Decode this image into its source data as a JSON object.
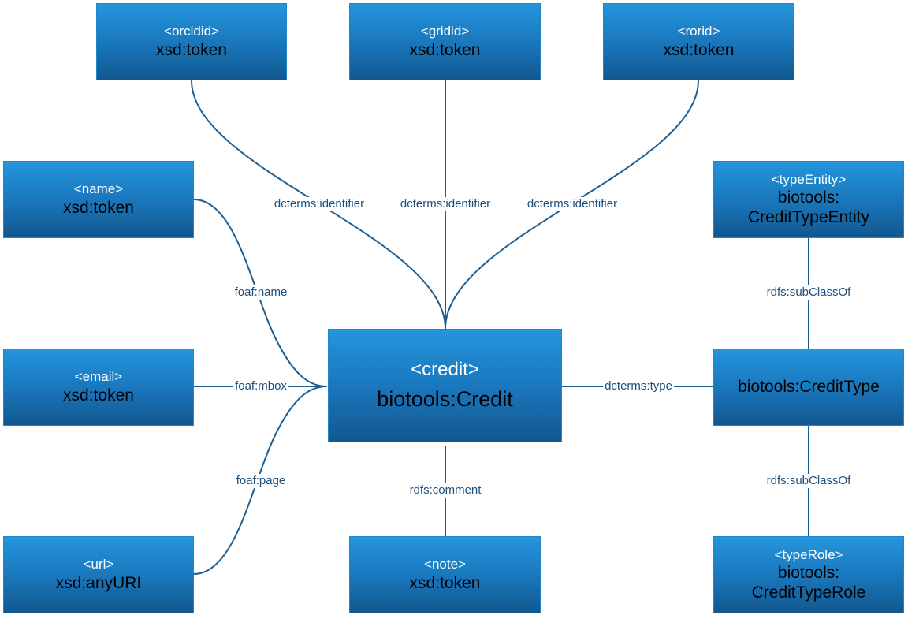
{
  "nodes": {
    "orcidid": {
      "tag": "<orcidid>",
      "type": "xsd:token"
    },
    "gridid": {
      "tag": "<gridid>",
      "type": "xsd:token"
    },
    "rorid": {
      "tag": "<rorid>",
      "type": "xsd:token"
    },
    "name": {
      "tag": "<name>",
      "type": "xsd:token"
    },
    "email": {
      "tag": "<email>",
      "type": "xsd:token"
    },
    "url": {
      "tag": "<url>",
      "type": "xsd:anyURI"
    },
    "credit": {
      "tag": "<credit>",
      "type": "biotools:Credit"
    },
    "note": {
      "tag": "<note>",
      "type": "xsd:token"
    },
    "typeEntity": {
      "tag": "<typeEntity>",
      "type_line1": "biotools:",
      "type_line2": "CreditTypeEntity"
    },
    "creditType": {
      "type": "biotools:CreditType"
    },
    "typeRole": {
      "tag": "<typeRole>",
      "type_line1": "biotools:",
      "type_line2": "CreditTypeRole"
    }
  },
  "edges": {
    "orcidid": "dcterms:identifier",
    "gridid": "dcterms:identifier",
    "rorid": "dcterms:identifier",
    "name": "foaf:name",
    "email": "foaf:mbox",
    "url": "foaf:page",
    "note": "rdfs:comment",
    "type": "dcterms:type",
    "entity_subclass": "rdfs:subClassOf",
    "role_subclass": "rdfs:subClassOf"
  },
  "colors": {
    "box_top": "#2495dd",
    "box_bottom": "#12578f",
    "edge": "#1f5f8f",
    "edge_label": "#1b4f7c"
  }
}
